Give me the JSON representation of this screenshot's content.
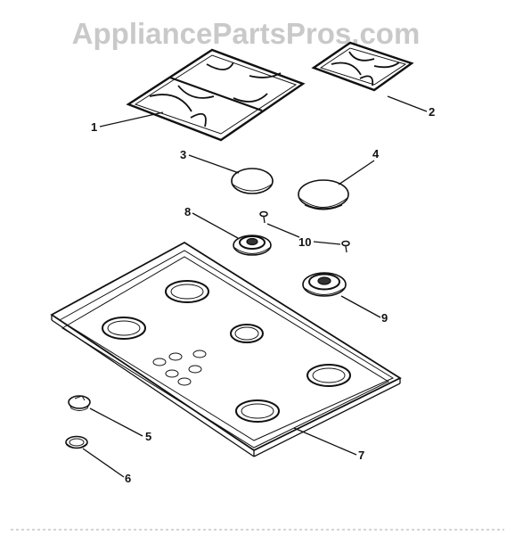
{
  "watermark": "AppliancePartsPros.com",
  "callouts": [
    {
      "id": "1",
      "text": "1"
    },
    {
      "id": "2",
      "text": "2"
    },
    {
      "id": "3",
      "text": "3"
    },
    {
      "id": "4",
      "text": "4"
    },
    {
      "id": "5",
      "text": "5"
    },
    {
      "id": "6",
      "text": "6"
    },
    {
      "id": "7",
      "text": "7"
    },
    {
      "id": "8",
      "text": "8"
    },
    {
      "id": "9",
      "text": "9"
    },
    {
      "id": "10",
      "text": "10"
    }
  ]
}
